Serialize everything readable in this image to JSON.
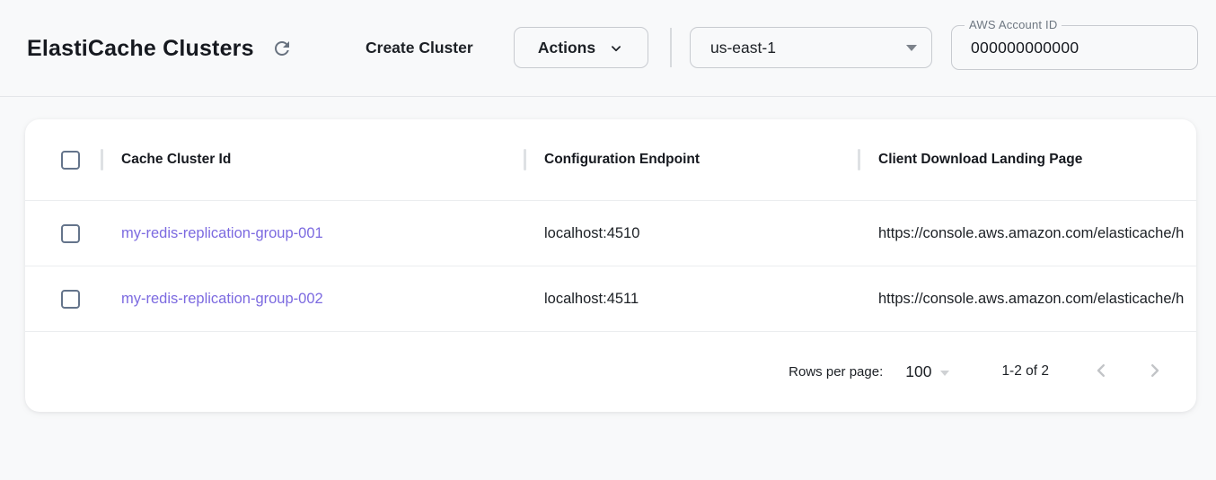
{
  "header": {
    "title": "ElastiCache Clusters",
    "create_button_label": "Create Cluster",
    "actions_button_label": "Actions",
    "region": {
      "selected": "us-east-1"
    },
    "account_field": {
      "label": "AWS Account ID",
      "value": "000000000000"
    }
  },
  "table": {
    "columns": [
      "Cache Cluster Id",
      "Configuration Endpoint",
      "Client Download Landing Page"
    ],
    "rows": [
      {
        "cache_cluster_id": "my-redis-replication-group-001",
        "configuration_endpoint": "localhost:4510",
        "client_download_landing_page": "https://console.aws.amazon.com/elasticache/h"
      },
      {
        "cache_cluster_id": "my-redis-replication-group-002",
        "configuration_endpoint": "localhost:4511",
        "client_download_landing_page": "https://console.aws.amazon.com/elasticache/h"
      }
    ]
  },
  "pagination": {
    "rows_per_page_label": "Rows per page:",
    "rows_per_page_value": "100",
    "range_label": "1-2 of 2"
  },
  "icons": {
    "refresh": "refresh-icon",
    "chevron_down": "chevron-down-icon",
    "select_caret": "caret-down-icon",
    "chevron_left": "chevron-left-icon",
    "chevron_right": "chevron-right-icon",
    "checkbox": "checkbox-unchecked"
  },
  "colors": {
    "link_purple": "#7c6ae0",
    "page_background": "#f8f9fa",
    "card_background": "#ffffff",
    "checkbox_border": "#64748b",
    "divider": "#ebedef",
    "disabled_icon": "#c2c4c7",
    "text_primary": "#16191f"
  }
}
